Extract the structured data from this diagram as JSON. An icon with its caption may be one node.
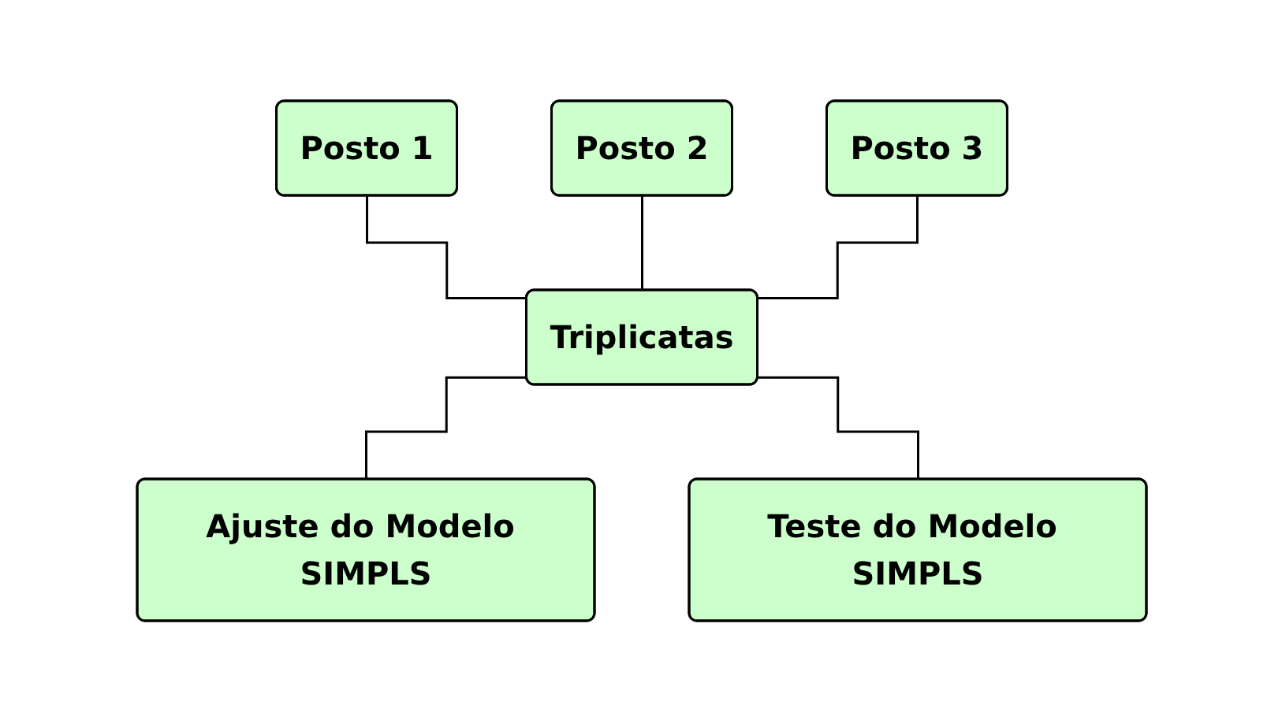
{
  "diagram": {
    "nodes": [
      {
        "text": [
          "Posto 1"
        ]
      },
      {
        "text": [
          "Posto 2"
        ]
      },
      {
        "text": [
          "Posto 3"
        ]
      },
      {
        "text": [
          "Triplicatas"
        ]
      },
      {
        "text": [
          "Ajuste do Modelo SIMPLS"
        ]
      },
      {
        "text": [
          "Teste do Modelo SIMPLS"
        ]
      }
    ],
    "edges": [
      {
        "from": 0,
        "to": 3,
        "arrow": "none"
      },
      {
        "from": 1,
        "to": 3,
        "arrow": "none"
      },
      {
        "from": 2,
        "to": 3,
        "arrow": "none"
      },
      {
        "from": 3,
        "to": 4,
        "arrow": "none"
      },
      {
        "from": 3,
        "to": 5,
        "arrow": "none"
      }
    ]
  }
}
